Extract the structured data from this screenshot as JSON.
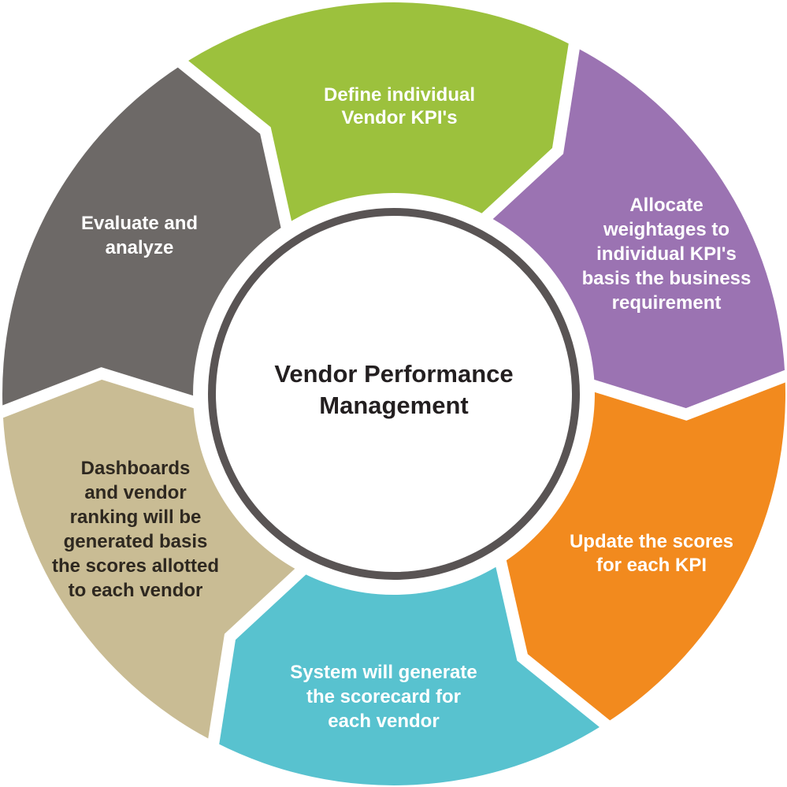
{
  "diagram": {
    "title": "Vendor Performance Management",
    "background_color": "#ffffff",
    "divider_color": "#ffffff",
    "center": {
      "label": "Vendor Performance\nManagement",
      "text_color": "#231f20",
      "fill_color": "#ffffff",
      "ring_color": "#595454"
    },
    "segments": [
      {
        "name": "define-vendor-kpis",
        "position": "top",
        "label": "Define individual\nVendor KPI's",
        "color": "#9cc13d",
        "text_color": "#ffffff"
      },
      {
        "name": "allocate-weightages",
        "position": "top-right",
        "label": "Allocate\nweightages to\nindividual KPI's\nbasis the business\nrequirement",
        "color": "#9b73b2",
        "text_color": "#ffffff"
      },
      {
        "name": "update-scores",
        "position": "bottom-right",
        "label": "Update the scores\nfor each KPI",
        "color": "#f28a1e",
        "text_color": "#ffffff"
      },
      {
        "name": "generate-scorecard",
        "position": "bottom",
        "label": "System will generate\nthe scorecard for\neach vendor",
        "color": "#58c2cf",
        "text_color": "#ffffff"
      },
      {
        "name": "dashboards-vendor-ranking",
        "position": "bottom-left",
        "label": "Dashboards\nand vendor\nranking will be\ngenerated basis\nthe scores allotted\nto each vendor",
        "color": "#c9bc94",
        "text_color": "#2e2820"
      },
      {
        "name": "evaluate-analyze",
        "position": "top-left",
        "label": "Evaluate and\nanalyze",
        "color": "#6d6967",
        "text_color": "#ffffff"
      }
    ]
  }
}
